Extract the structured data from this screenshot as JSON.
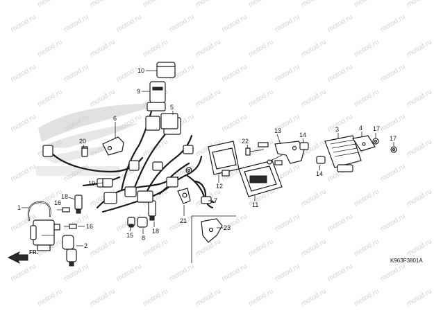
{
  "watermark_text": "motod.ru",
  "diagram_code": "K963F3801A",
  "direction_label": "FR.",
  "callouts": [
    "1",
    "2",
    "3",
    "4",
    "5",
    "6",
    "7",
    "8",
    "9",
    "10",
    "11",
    "12",
    "13",
    "14",
    "14",
    "15",
    "16",
    "16",
    "17",
    "17",
    "18",
    "18",
    "19",
    "20",
    "21",
    "22",
    "23"
  ],
  "part_icons": [
    "ignition-coil",
    "spark-plug-cap",
    "regulator-rectifier",
    "cover-plate",
    "wire-harness",
    "bracket",
    "ecu",
    "relay",
    "connector",
    "bolt",
    "nut",
    "clamp",
    "battery-cable"
  ]
}
